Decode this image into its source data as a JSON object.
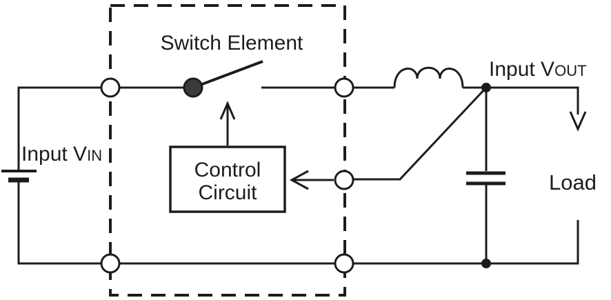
{
  "diagram": {
    "description": "Switching regulator block diagram with switch element, control circuit, inductor, output capacitor and load",
    "labels": {
      "switch_element": "Switch Element",
      "control_line1": "Control",
      "control_line2": "Circuit",
      "input_vin_main": "Input V",
      "input_vin_sub": "IN",
      "input_vout_main": "Input V",
      "input_vout_sub": "OUT",
      "load": "Load"
    },
    "icons": {
      "battery": "battery-icon",
      "switch": "switch-icon",
      "inductor": "inductor-icon",
      "capacitor": "capacitor-icon",
      "boundary": "dashed-ic-boundary",
      "terminals": "pin-terminal-circle",
      "arrows": [
        "control-drive-arrow-up",
        "feedback-arrow-left",
        "output-current-arrow-down"
      ]
    },
    "colors": {
      "line": "#1c1c1c",
      "background": "#ffffff",
      "switch_dot": "#3a3a3a",
      "terminal_fill": "#ffffff"
    }
  }
}
